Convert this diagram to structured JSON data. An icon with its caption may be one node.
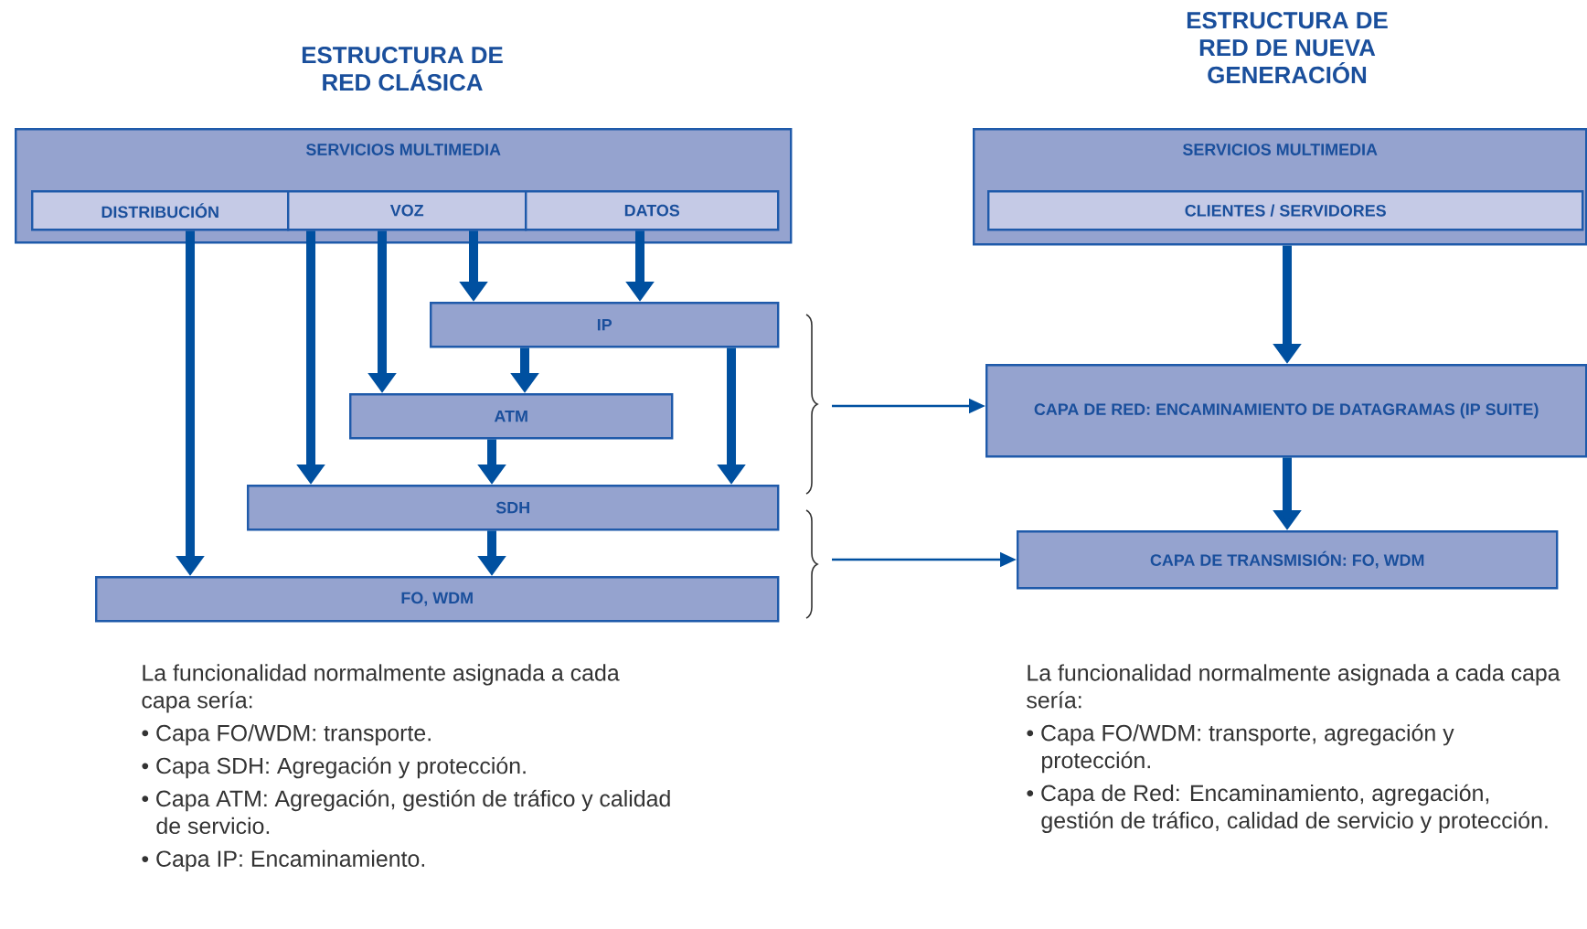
{
  "diagram": {
    "nodes": [
      {
        "text": [
          "SERVICIOS MULTIMEDIA"
        ]
      },
      {
        "text": [
          "DISTRIBUCIÓN"
        ],
        "in": 0
      },
      {
        "text": [
          "VOZ"
        ],
        "in": 0
      },
      {
        "text": [
          "DATOS"
        ],
        "in": 0
      },
      {
        "text": [
          "IP"
        ]
      },
      {
        "text": [
          "ATM"
        ]
      },
      {
        "text": [
          "SDH"
        ]
      },
      {
        "text": [
          "FO, WDM"
        ]
      },
      {
        "text": [
          "SERVICIOS MULTIMEDIA"
        ]
      },
      {
        "text": [
          "CLIENTES / SERVIDORES"
        ],
        "in": 8
      },
      {
        "text": [
          "CAPA DE RED: ENCAMINAMIENTO DE DATAGRAMAS (IP SUITE)"
        ]
      },
      {
        "text": [
          "CAPA DE TRANSMISIÓN: FO, WDM"
        ]
      }
    ],
    "edges": [
      {
        "from": 1,
        "to": 7,
        "arrow": "to"
      },
      {
        "from": 2,
        "to": 6,
        "arrow": "to"
      },
      {
        "from": 2,
        "to": 5,
        "arrow": "to"
      },
      {
        "from": 2,
        "to": 4,
        "arrow": "to"
      },
      {
        "from": 3,
        "to": 4,
        "arrow": "to"
      },
      {
        "from": 4,
        "to": 5,
        "arrow": "to"
      },
      {
        "from": 4,
        "to": 6,
        "arrow": "to"
      },
      {
        "from": 5,
        "to": 6,
        "arrow": "to"
      },
      {
        "from": 6,
        "to": 7,
        "arrow": "to"
      },
      {
        "from": 8,
        "to": 10,
        "arrow": "to"
      },
      {
        "from": 10,
        "to": 11,
        "arrow": "to"
      },
      {
        "from": null,
        "to": 10,
        "arrow": "to"
      },
      {
        "from": null,
        "to": 11,
        "arrow": "to"
      }
    ],
    "labels": [
      "ESTRUCTURA DE RED CLÁSICA",
      "ESTRUCTURA DE RED DE NUEVA GENERACIÓN",
      "La funcionalidad normalmente asignada a cada capa sería:",
      "• Capa FO/WDM: transporte.",
      "• Capa SDH: Agregación y protección.",
      "• Capa ATM: Agregación, gestión de tráfico y calidad de servicio.",
      "• Capa IP: Encaminamiento.",
      "La funcionalidad normalmente asignada a cada capa sería:",
      "• Capa FO/WDM: transporte, agregación y protección.",
      "• Capa de Red: Encaminamiento, agregación, gestión de tráfico, calidad de servicio y protección."
    ]
  }
}
